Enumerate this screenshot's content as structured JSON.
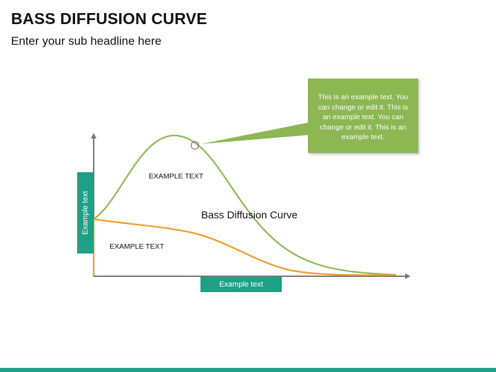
{
  "header": {
    "title": "BASS DIFFUSION CURVE",
    "subtitle": "Enter your sub headline here"
  },
  "diagram": {
    "title": "Bass Diffusion Curve",
    "y_axis_label": "Example text",
    "x_axis_label": "Example text",
    "curve_label_green": "EXAMPLE TEXT",
    "curve_label_orange": "EXAMPLE TEXT",
    "callout_text": "This is an example text. You can change or edit it. This is an example text. You can change or edit it. This is an example text."
  },
  "colors": {
    "accent_teal": "#1f9f85",
    "green_curve": "#8cb752",
    "orange_curve": "#f29a22",
    "axis": "#777777"
  }
}
